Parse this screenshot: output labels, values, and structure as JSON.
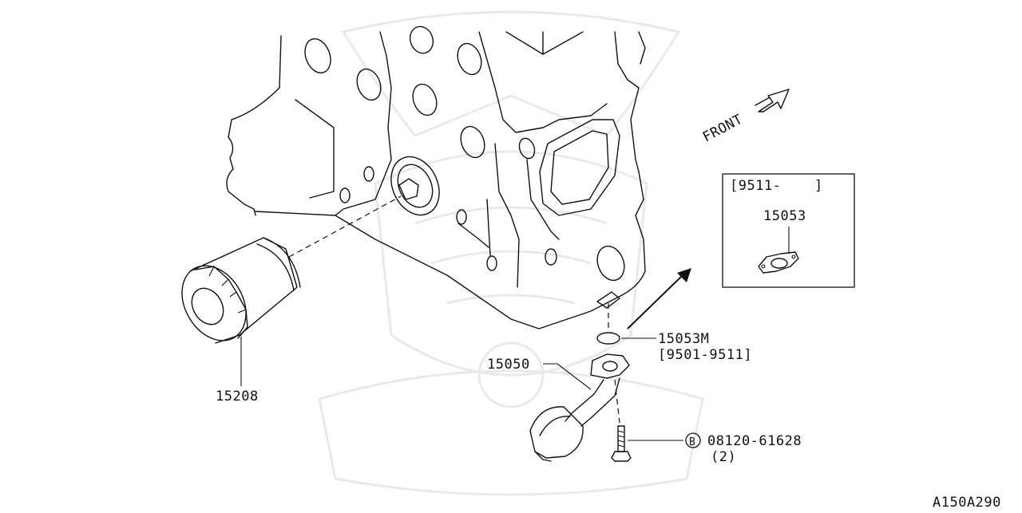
{
  "diagram": {
    "callouts": {
      "oil_filter": "15208",
      "strainer": "15050",
      "o_ring": "15053M",
      "o_ring_range": "[9501-9511]",
      "bolt": "08120-61628",
      "bolt_qty": "(2)",
      "bolt_marker": "B",
      "inset_range_prefix": "[9511-",
      "inset_range_suffix": "]",
      "gasket": "15053"
    },
    "front_arrow_label": "FRONT",
    "figure_code": "A150A290"
  }
}
